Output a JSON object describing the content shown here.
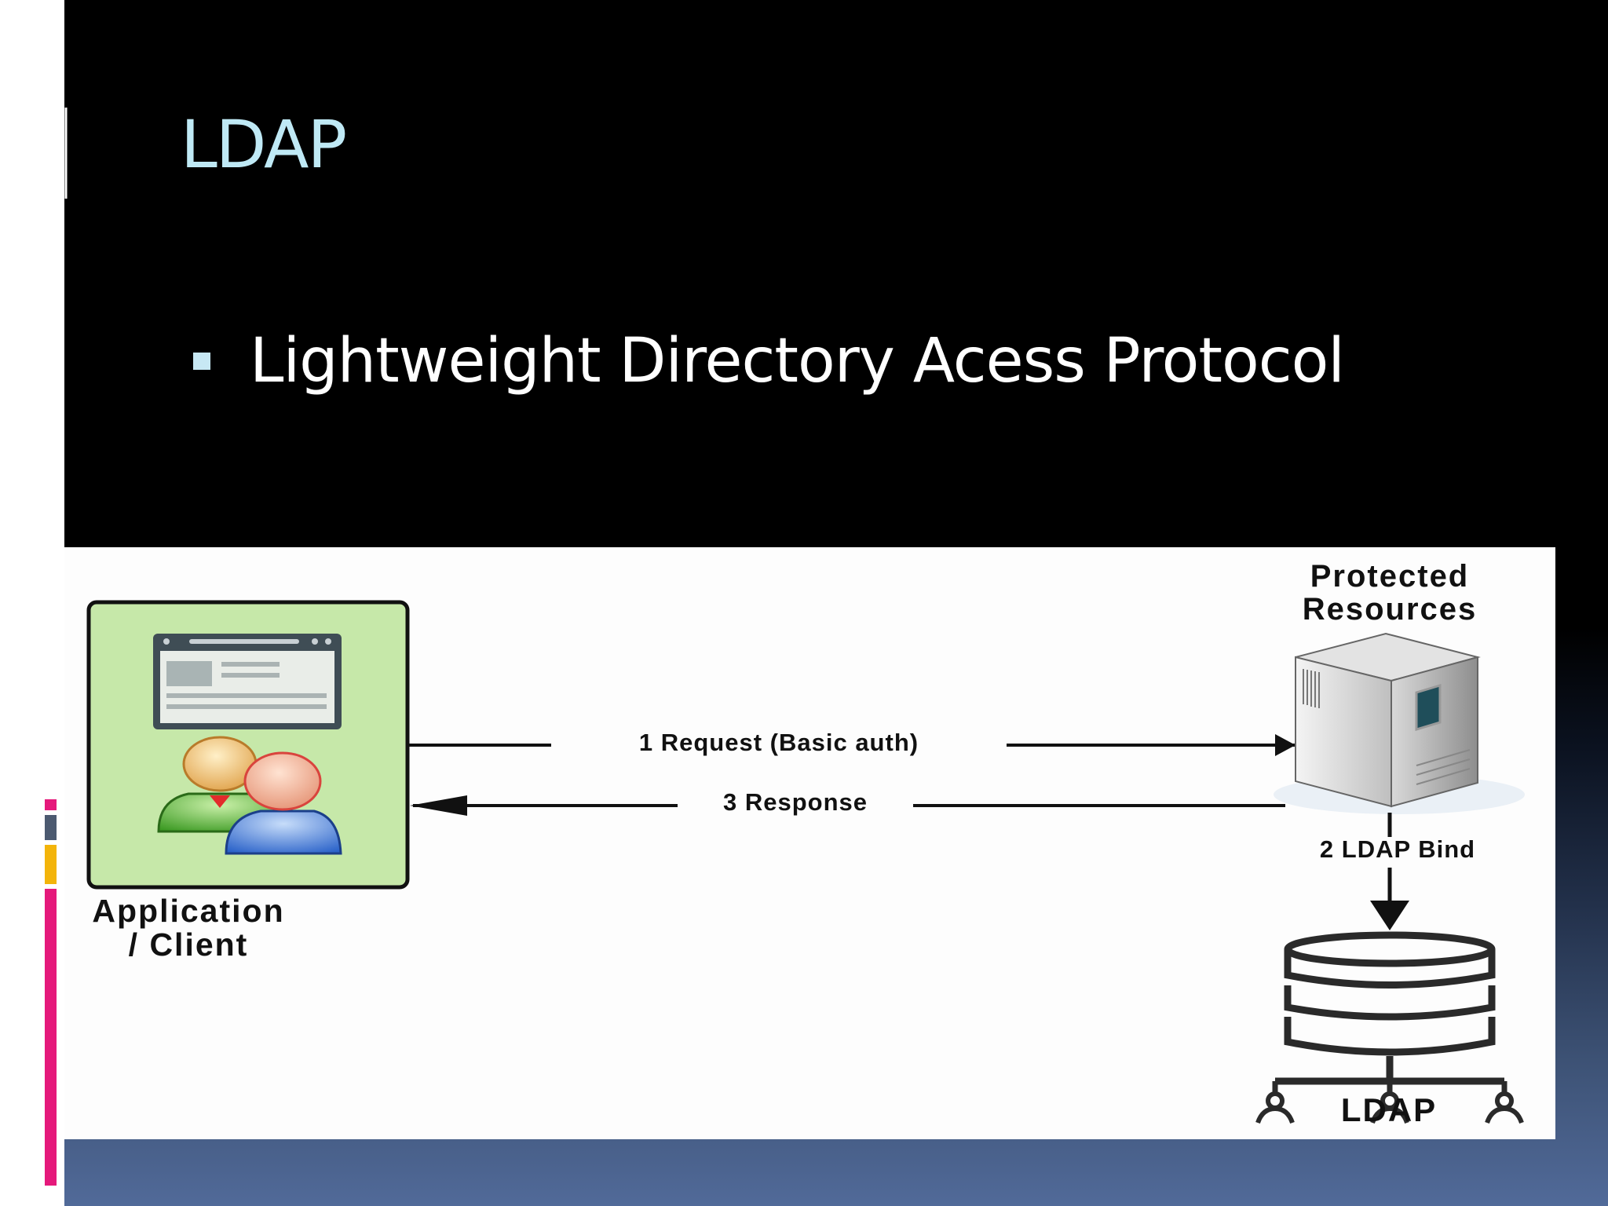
{
  "slide": {
    "title": "LDAP",
    "bullets": [
      "Lightweight Directory Acess Protocol"
    ]
  },
  "diagram": {
    "nodes": {
      "client": {
        "label": "Application\n/ Client"
      },
      "server": {
        "label": "Protected\nResources"
      },
      "ldap": {
        "label": "LDAP"
      }
    },
    "edges": [
      {
        "label": "1 Request (Basic auth)"
      },
      {
        "label": "3 Response"
      },
      {
        "label": "2 LDAP Bind"
      }
    ]
  },
  "colors": {
    "title": "#bfe9f5",
    "bullet_text": "#ffffff",
    "client_box_fill": "#c6e8a9",
    "accent_pink": "#e5197b",
    "accent_gold": "#f3b40a",
    "accent_gray": "#4c5a70"
  },
  "icons": [
    "window-icon",
    "users-icon",
    "server-icon",
    "database-icon"
  ]
}
